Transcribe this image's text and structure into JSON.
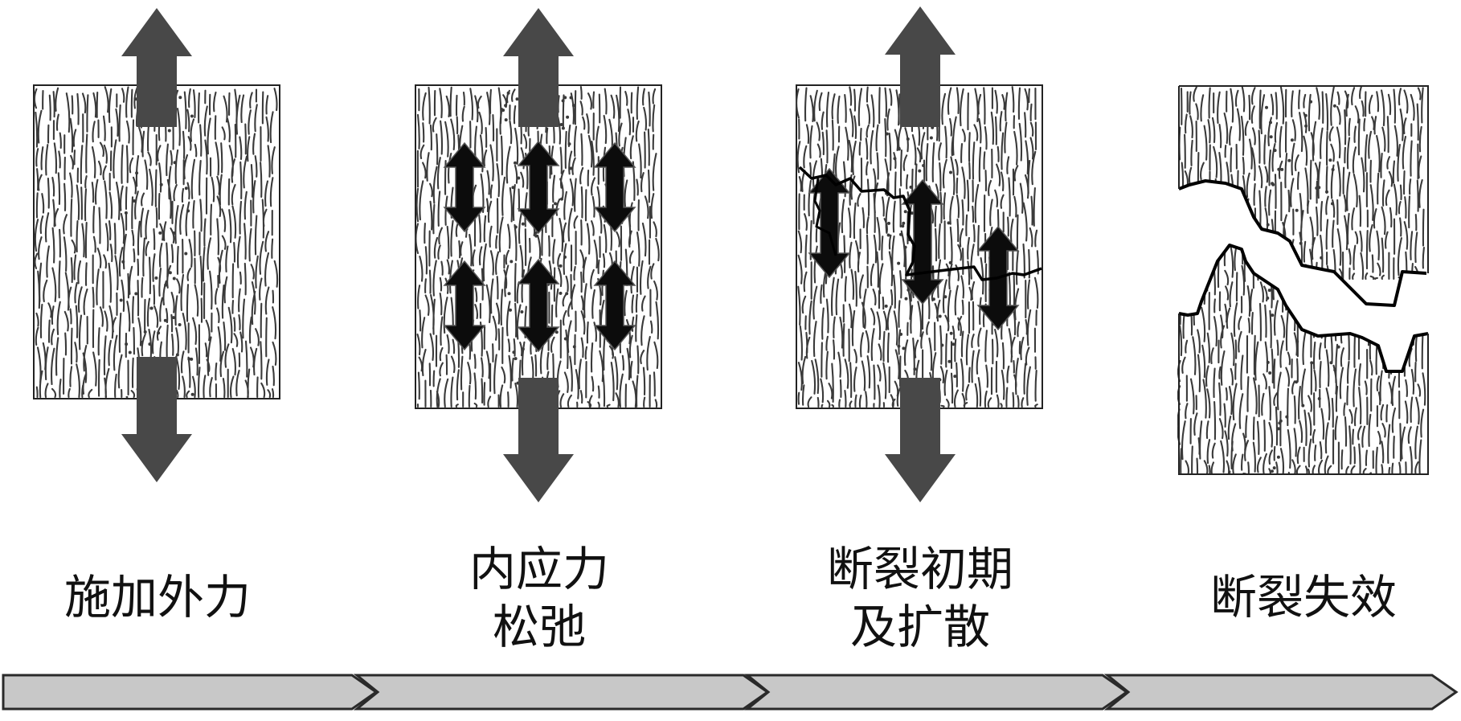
{
  "stages": [
    {
      "label": "施加外力"
    },
    {
      "label": "内应力\n松弛"
    },
    {
      "label": "断裂初期\n及扩散"
    },
    {
      "label": "断裂失效"
    }
  ],
  "colors": {
    "background": "#ffffff",
    "fiber": "#3a3a3a",
    "load_arrow": "#484848",
    "stress_arrow": "#0c0c0c",
    "crack": "#000000",
    "timeline_fill": "#c8c8c8",
    "timeline_stroke": "#2a2a2a"
  },
  "icons": {
    "external_load": "double-headed-arrow-icon",
    "internal_stress": "double-headed-arrow-icon",
    "crack": "crack-path",
    "timeline": "chevron-arrow-icon"
  }
}
